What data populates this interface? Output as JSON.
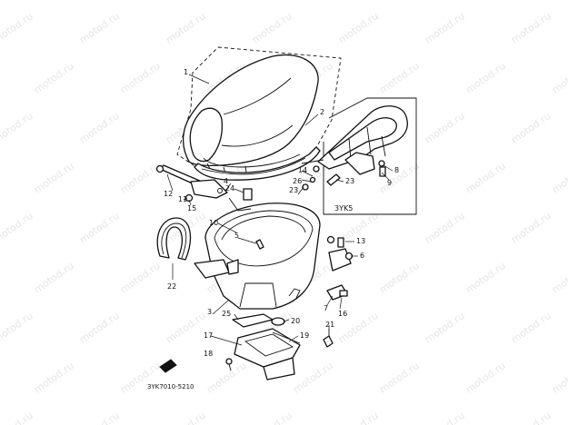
{
  "watermark": "motod.ru",
  "callouts": [
    {
      "id": "1",
      "label": "1"
    },
    {
      "id": "2",
      "label": "2"
    },
    {
      "id": "3",
      "label": "3"
    },
    {
      "id": "4",
      "label": "4"
    },
    {
      "id": "5",
      "label": "5"
    },
    {
      "id": "6",
      "label": "6"
    },
    {
      "id": "7",
      "label": "7"
    },
    {
      "id": "8",
      "label": "8"
    },
    {
      "id": "9",
      "label": "9"
    },
    {
      "id": "10",
      "label": "10"
    },
    {
      "id": "11",
      "label": "11"
    },
    {
      "id": "12",
      "label": "12"
    },
    {
      "id": "13",
      "label": "13"
    },
    {
      "id": "14",
      "label": "14"
    },
    {
      "id": "15",
      "label": "15"
    },
    {
      "id": "16",
      "label": "16"
    },
    {
      "id": "17",
      "label": "17"
    },
    {
      "id": "18",
      "label": "18"
    },
    {
      "id": "19",
      "label": "19"
    },
    {
      "id": "20",
      "label": "20"
    },
    {
      "id": "21",
      "label": "21"
    },
    {
      "id": "22",
      "label": "22"
    },
    {
      "id": "23a",
      "label": "23"
    },
    {
      "id": "23b",
      "label": "23"
    },
    {
      "id": "24",
      "label": "24"
    },
    {
      "id": "25",
      "label": "25"
    },
    {
      "id": "26",
      "label": "26"
    }
  ],
  "inset_label": "3YK5",
  "diagram_code": "3YK7010-5210"
}
